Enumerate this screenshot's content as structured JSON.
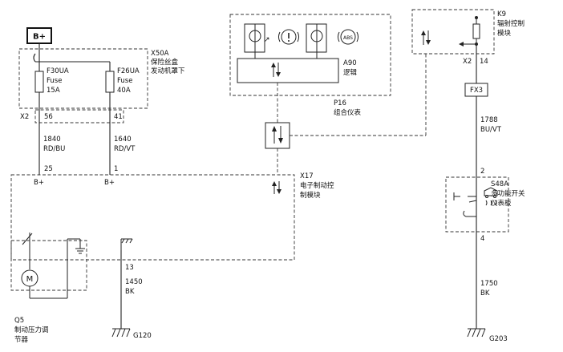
{
  "battery": {
    "label": "B+"
  },
  "fuse_block": {
    "id": "X50A",
    "name_line1": "保险丝盒",
    "name_line2": "发动机罩下",
    "connector": "X2",
    "fuses": [
      {
        "name": "F30UA",
        "type": "Fuse",
        "rating": "15A",
        "pin": "56"
      },
      {
        "name": "F26UA",
        "type": "Fuse",
        "rating": "40A",
        "pin": "41"
      }
    ]
  },
  "wires": [
    {
      "number": "1840",
      "color": "RD/BU"
    },
    {
      "number": "1640",
      "color": "RD/VT"
    },
    {
      "number": "1788",
      "color": "BU/VT"
    },
    {
      "number": "1450",
      "color": "BK"
    },
    {
      "number": "1750",
      "color": "BK"
    }
  ],
  "ebcm": {
    "id": "X17",
    "name_line1": "电子制动控",
    "name_line2": "制模块",
    "pins": [
      {
        "number": "25",
        "label": "B+"
      },
      {
        "number": "1",
        "label": "B+"
      },
      {
        "number": "13",
        "label": ""
      }
    ]
  },
  "cluster": {
    "id": "P16",
    "name": "组合仪表",
    "logic_id": "A90",
    "logic_name": "逻辑",
    "icons": [
      "abs-warning-icon",
      "brake-warning-icon",
      "tire-pressure-icon",
      "parking-brake-icon"
    ]
  },
  "radio": {
    "id": "K9",
    "name_line1": "辐射控制",
    "name_line2": "模块",
    "connector": "X2",
    "pin": "14"
  },
  "fx3": {
    "label": "FX3"
  },
  "switch_panel": {
    "id": "S48A",
    "name_line1": "多功能开关",
    "name_line2": "仪表板",
    "pin_top": "2",
    "pin_bottom": "4"
  },
  "pump": {
    "id": "Q5",
    "name_line1": "制动压力调",
    "name_line2": "节器",
    "motor_label": "M"
  },
  "grounds": [
    {
      "label": "G120"
    },
    {
      "label": "G203"
    }
  ]
}
